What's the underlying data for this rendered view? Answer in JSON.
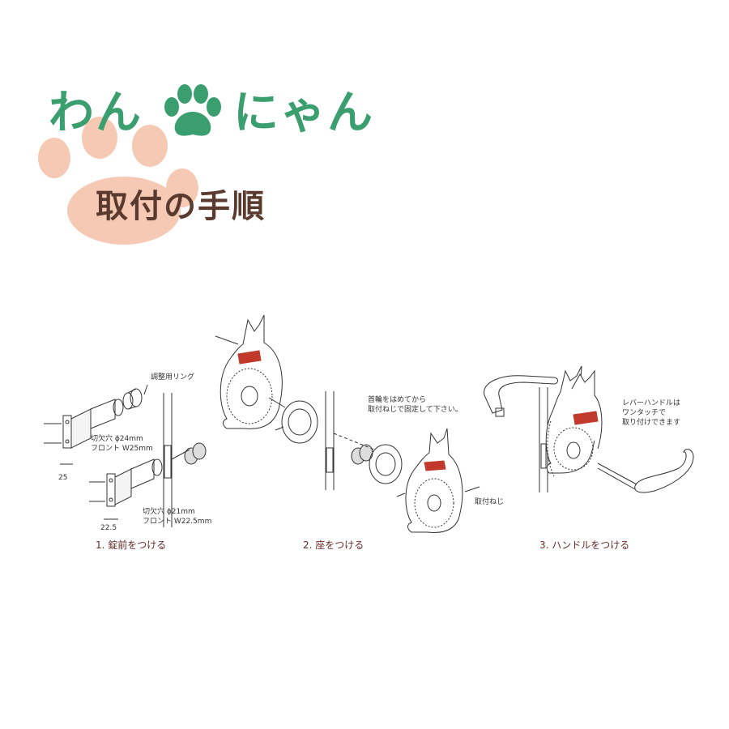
{
  "brand": {
    "left_text": "わん",
    "right_text": "にゃん",
    "color": "#3a9e6e",
    "paw_bg_color": "#f6c9b5"
  },
  "title": {
    "text": "取付の手順",
    "color": "#5a3a2e"
  },
  "step1": {
    "ring_label": "調整用リング",
    "spec_a_line1": "切欠穴 ϕ24mm",
    "spec_a_line2": "フロント W25mm",
    "dim_a": "25",
    "spec_b_line1": "切欠穴 ϕ21mm",
    "spec_b_line2": "フロント W22.5mm",
    "dim_b": "22.5",
    "caption": "1. 錠前をつける"
  },
  "step2": {
    "note_line1": "首輪をはめてから",
    "note_line2": "取付ねじで固定して下さい。",
    "screw_label": "取付ねじ",
    "caption": "2. 座をつける"
  },
  "step3": {
    "note_line1": "レバーハンドルは",
    "note_line2": "ワンタッチで",
    "note_line3": "取り付けできます",
    "caption": "3. ハンドルをつける"
  },
  "colors": {
    "caption": "#6b2a2a",
    "collar": "#c0392b",
    "line": "#333333"
  }
}
